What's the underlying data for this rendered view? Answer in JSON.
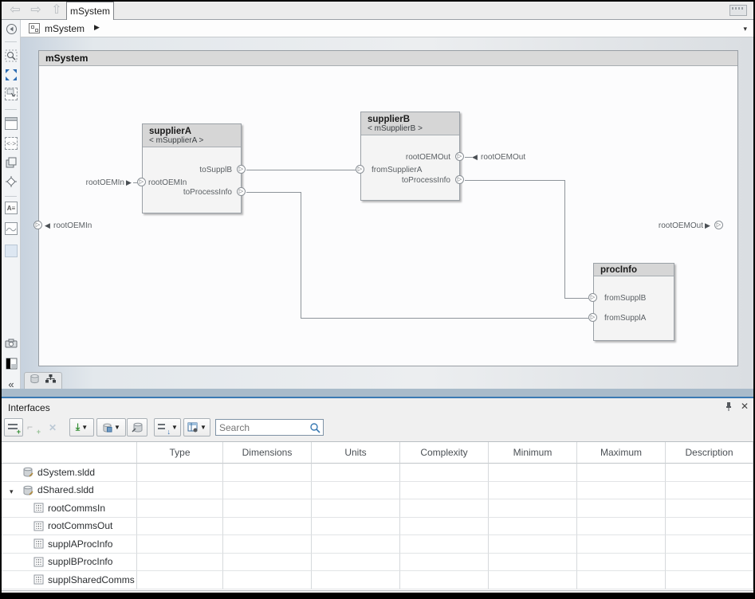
{
  "topbar": {
    "tab_label": "mSystem",
    "nav_icons": [
      "back-icon",
      "forward-icon",
      "up-icon"
    ],
    "corner_icon": "keyboard-icon"
  },
  "breadcrumb": {
    "path": "mSystem",
    "arrow": "▶",
    "dropdown": "▾"
  },
  "left_toolbar": {
    "items": [
      "hide-browser",
      "zoom-region",
      "fit-to-view",
      "screenshot-region",
      "viewport",
      "preview-content",
      "copy-view",
      "auto-arrange",
      "annotation",
      "image-annotation",
      "area-box",
      "screenshot-camera",
      "panel-layout",
      "collapse-toolstrip"
    ],
    "annotation_glyph": "A≡",
    "collapse_glyph": "«",
    "accent_blue": "#2e6db2"
  },
  "diagram": {
    "container_title": "mSystem",
    "blocks": [
      {
        "title": "supplierA",
        "stereotype": "< mSupplierA >",
        "ports": [
          {
            "label": "rootOEMIn"
          },
          {
            "label": "toSupplB"
          },
          {
            "label": "toProcessInfo"
          }
        ]
      },
      {
        "title": "supplierB",
        "stereotype": "< mSupplierB >",
        "ports": [
          {
            "label": "fromSupplierA"
          },
          {
            "label": "rootOEMOut"
          },
          {
            "label": "toProcessInfo"
          }
        ]
      },
      {
        "title": "procInfo",
        "stereotype": "",
        "ports": [
          {
            "label": "fromSupplB"
          },
          {
            "label": "fromSupplA"
          }
        ]
      }
    ],
    "external_labels": [
      {
        "label": "rootOEMIn"
      },
      {
        "label": "rootOEMOut"
      }
    ],
    "boundary_ports": [
      {
        "label": "rootOEMIn"
      },
      {
        "label": "rootOEMOut"
      }
    ],
    "canvas_badges": [
      "dictionary-badge-icon",
      "hierarchy-badge-icon"
    ]
  },
  "interfaces_panel": {
    "title": "Interfaces",
    "window_icons": [
      "pin-icon",
      "close-icon"
    ],
    "toolbar": [
      {
        "name": "add-interface",
        "enabled": true,
        "dropdown": false
      },
      {
        "name": "add-element",
        "enabled": false,
        "dropdown": false
      },
      {
        "name": "delete",
        "enabled": false,
        "dropdown": false
      },
      {
        "name": "import",
        "enabled": true,
        "dropdown": true
      },
      {
        "name": "save-dictionary",
        "enabled": true,
        "dropdown": true
      },
      {
        "name": "link-dictionary",
        "enabled": true,
        "dropdown": false
      },
      {
        "name": "sort",
        "enabled": true,
        "dropdown": true
      },
      {
        "name": "column-view",
        "enabled": true,
        "dropdown": true
      }
    ],
    "search_placeholder": "Search",
    "table": {
      "headers": [
        "",
        "Type",
        "Dimensions",
        "Units",
        "Complexity",
        "Minimum",
        "Maximum",
        "Description"
      ],
      "rows": [
        {
          "label": "dSystem.sldd",
          "icon": "data-dictionary-icon",
          "level": 0,
          "expanded": false
        },
        {
          "label": "dShared.sldd",
          "icon": "data-dictionary-icon",
          "level": 0,
          "expanded": true
        },
        {
          "label": "rootCommsIn",
          "icon": "interface-icon",
          "level": 1
        },
        {
          "label": "rootCommsOut",
          "icon": "interface-icon",
          "level": 1
        },
        {
          "label": "supplAProcInfo",
          "icon": "interface-icon",
          "level": 1
        },
        {
          "label": "supplBProcInfo",
          "icon": "interface-icon",
          "level": 1
        },
        {
          "label": "supplSharedComms",
          "icon": "interface-icon",
          "level": 1
        }
      ]
    }
  },
  "colors": {
    "splitter": "#a9bbca",
    "splitter_accent": "#3a7ab3",
    "canvas_edge": "#c7d2de",
    "block_header": "#d6d6d6"
  }
}
